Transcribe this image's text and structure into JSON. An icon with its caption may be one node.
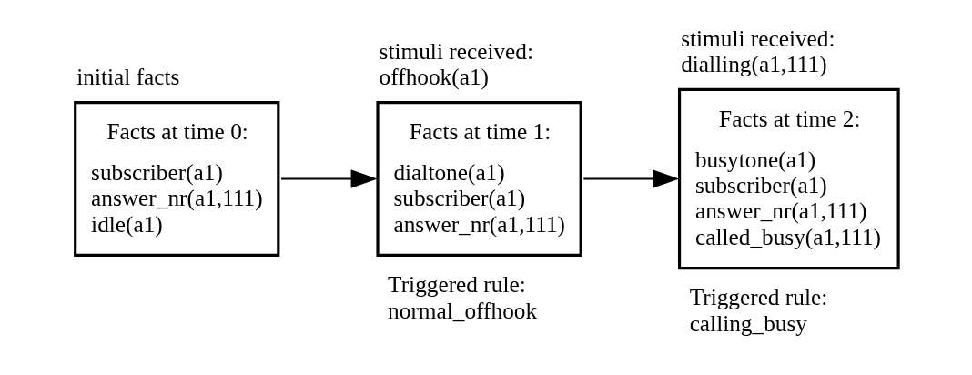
{
  "diagram": {
    "nodes": [
      {
        "text": [
          "Facts at time 0:",
          "subscriber(a1)",
          "answer_nr(a1,111)",
          "idle(a1)"
        ],
        "beside": [
          "initial facts"
        ]
      },
      {
        "text": [
          "Facts at time 1:",
          "dialtone(a1)",
          "subscriber(a1)",
          "answer_nr(a1,111)"
        ],
        "beside": [
          "stimuli received: offhook(a1)",
          "Triggered rule: normal_offhook"
        ]
      },
      {
        "text": [
          "Facts at time 2:",
          "busytone(a1)",
          "subscriber(a1)",
          "answer_nr(a1,111)",
          "called_busy(a1,111)"
        ],
        "beside": [
          "stimuli received: dialling(a1,111)",
          "Triggered rule: calling_busy"
        ]
      }
    ],
    "edges": [
      {
        "from": 0,
        "to": 1,
        "arrow": "to"
      },
      {
        "from": 1,
        "to": 2,
        "arrow": "to"
      }
    ]
  }
}
